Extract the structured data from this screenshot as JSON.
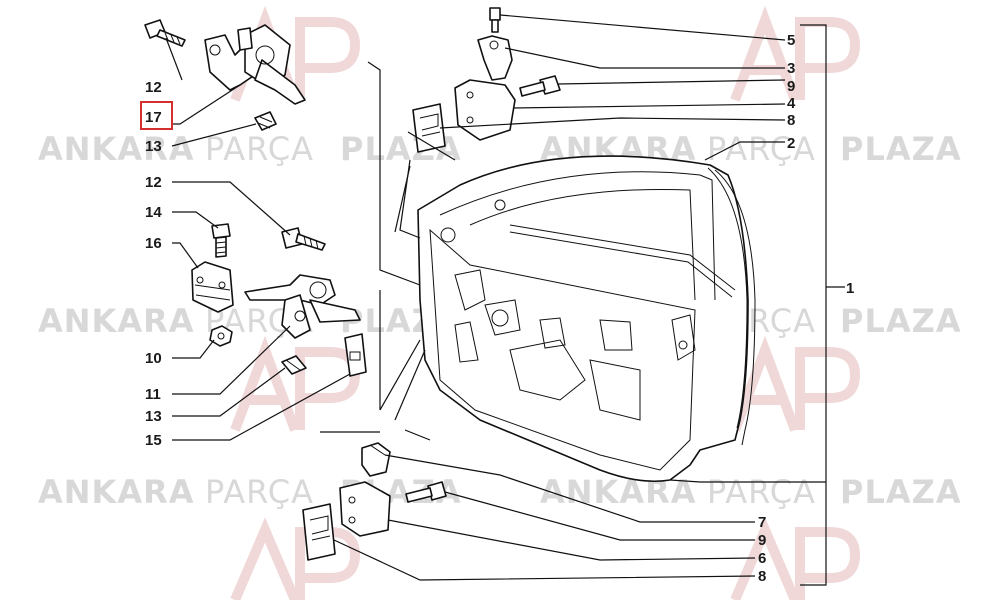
{
  "watermark": {
    "word1": "ANKARA",
    "word2": "PARÇA",
    "word3": "PLAZA"
  },
  "callouts": {
    "c1": "1",
    "c2": "2",
    "c3": "3",
    "c4": "4",
    "c5": "5",
    "c6": "6",
    "c7": "7",
    "c8a": "8",
    "c8b": "8",
    "c9a": "9",
    "c9b": "9",
    "c10": "10",
    "c11": "11",
    "c12a": "12",
    "c12b": "12",
    "c13a": "13",
    "c13b": "13",
    "c14": "14",
    "c15": "15",
    "c16": "16",
    "c17": "17"
  },
  "colors": {
    "highlight": "#d32f2f",
    "watermark_text": "#d8d8d8",
    "watermark_logo": "#f0d8d8",
    "line": "#111111"
  },
  "icons": {
    "watermark_logo": "ap-logo-icon"
  }
}
